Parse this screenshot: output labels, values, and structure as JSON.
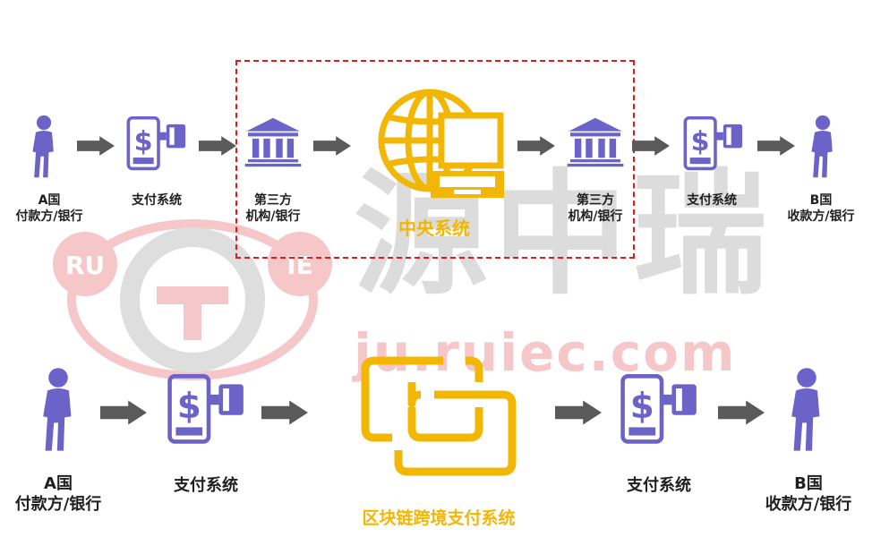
{
  "colors": {
    "icon_purple": "#6b63c8",
    "arrow_gray": "#5a5a5a",
    "gold": "#f2b705",
    "dashed_red": "#e0191c",
    "watermark_gray": "#d9d9d9",
    "watermark_pink": "#f6c7c9"
  },
  "watermark": {
    "main_text": "源中瑞",
    "url_text": "ju.ruiec.com",
    "logo_left": "RU",
    "logo_right": "IE"
  },
  "top_flow": {
    "nodes": [
      {
        "icon": "person-icon",
        "line1": "A国",
        "line2": "付款方/银行"
      },
      {
        "icon": "mobile-payment-icon",
        "line1": "支付系统",
        "line2": ""
      },
      {
        "icon": "bank-icon",
        "line1": "第三方",
        "line2": "机构/银行"
      },
      {
        "icon": "globe-laptop-icon",
        "line1": "中央系统",
        "line2": ""
      },
      {
        "icon": "bank-icon",
        "line1": "第三方",
        "line2": "机构/银行"
      },
      {
        "icon": "mobile-payment-icon",
        "line1": "支付系统",
        "line2": ""
      },
      {
        "icon": "person-icon",
        "line1": "B国",
        "line2": "收款方/银行"
      }
    ]
  },
  "bottom_flow": {
    "nodes": [
      {
        "icon": "person-icon",
        "line1": "A国",
        "line2": "付款方/银行"
      },
      {
        "icon": "mobile-payment-icon",
        "line1": "支付系统",
        "line2": ""
      },
      {
        "icon": "blockchain-icon",
        "line1": "区块链跨境支付系统",
        "line2": ""
      },
      {
        "icon": "mobile-payment-icon",
        "line1": "支付系统",
        "line2": ""
      },
      {
        "icon": "person-icon",
        "line1": "B国",
        "line2": "收款方/银行"
      }
    ]
  }
}
